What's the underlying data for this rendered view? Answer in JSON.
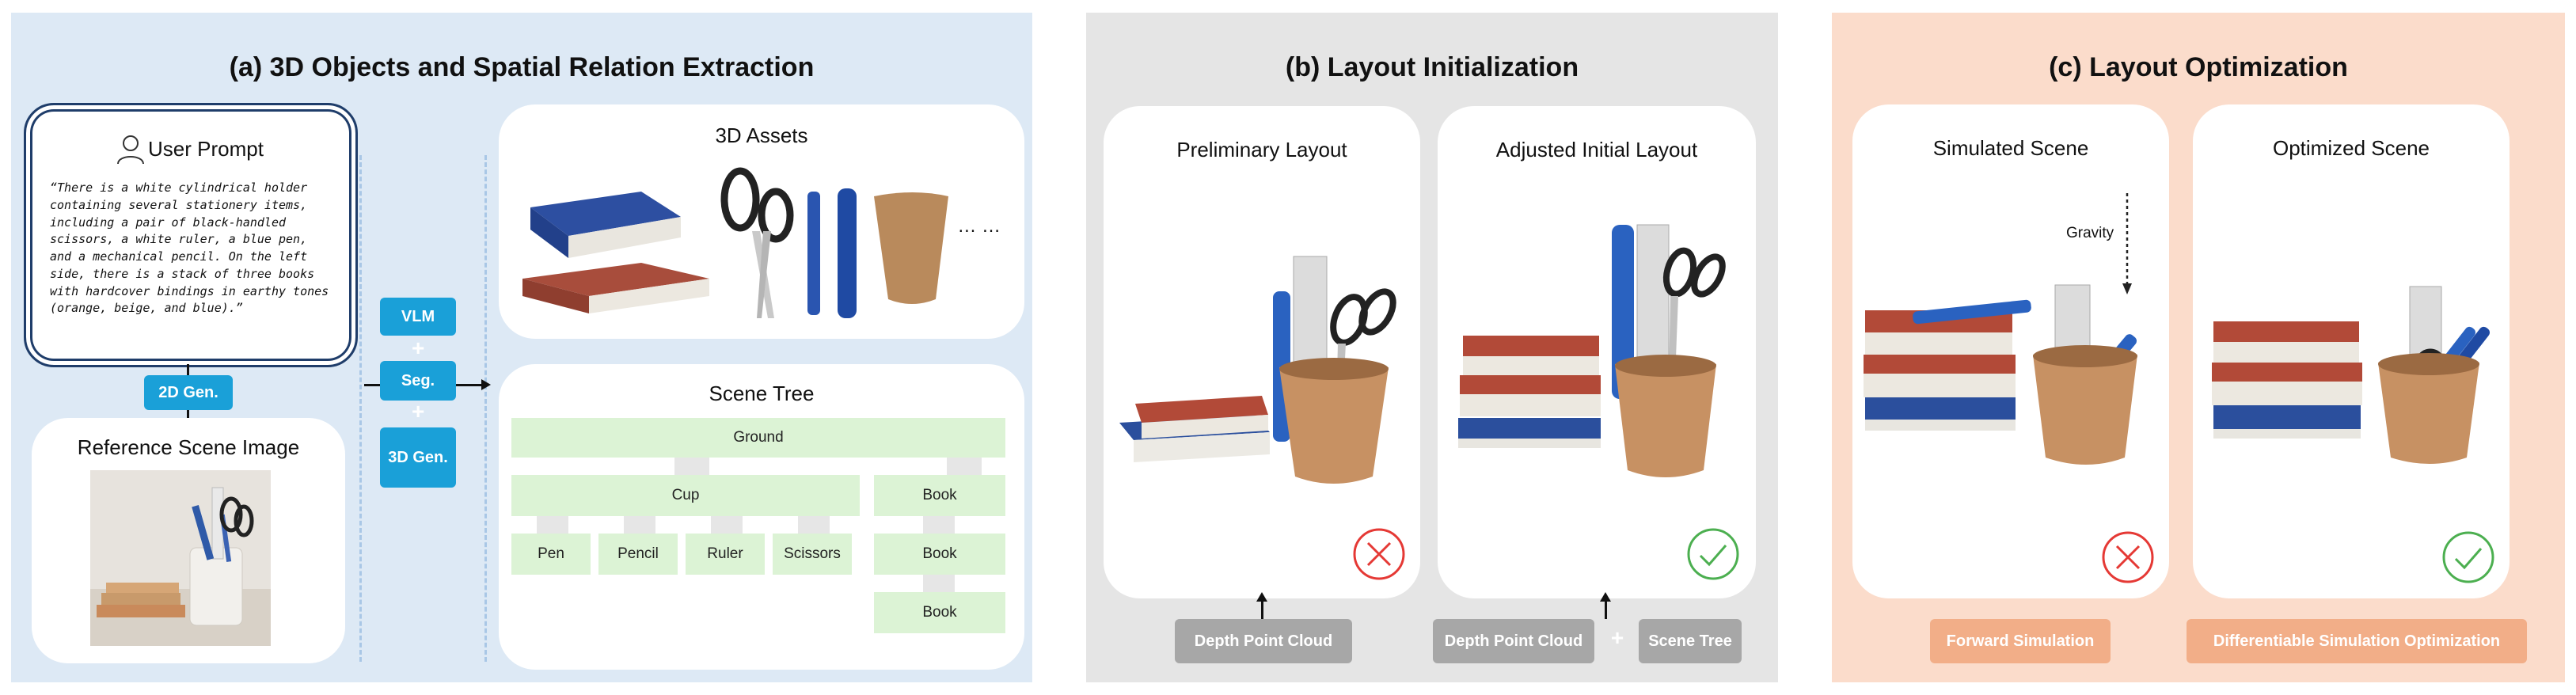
{
  "panel_a": {
    "title": "(a) 3D Objects and Spatial Relation Extraction",
    "user_prompt": {
      "label": "User Prompt",
      "text": "“There is a white cylindrical holder containing several stationery items, including a pair of black-handled scissors, a white ruler, a blue pen, and a mechanical pencil. On the left side, there is a stack of three books with hardcover bindings in earthy tones (orange, beige, and blue).”"
    },
    "gen2d_label": "2D Gen.",
    "reference_image_title": "Reference Scene Image",
    "tools": {
      "vlm": "VLM",
      "seg": "Seg.",
      "gen3d": "3D Gen."
    },
    "assets_title": "3D Assets",
    "assets_ellipsis": "… …",
    "scene_tree": {
      "title": "Scene Tree",
      "ground": "Ground",
      "cup": "Cup",
      "cup_children": [
        "Pen",
        "Pencil",
        "Ruler",
        "Scissors"
      ],
      "books": [
        "Book",
        "Book",
        "Book"
      ]
    }
  },
  "panel_b": {
    "title": "(b) Layout Initialization",
    "card1_title": "Preliminary Layout",
    "card2_title": "Adjusted Initial Layout",
    "depth1": "Depth Point Cloud",
    "depth2": "Depth Point Cloud",
    "plus": "+",
    "scene_tree_tag": "Scene Tree"
  },
  "panel_c": {
    "title": "(c) Layout Optimization",
    "card1_title": "Simulated Scene",
    "card2_title": "Optimized Scene",
    "gravity": "Gravity",
    "forward_sim": "Forward Simulation",
    "diff_sim": "Differentiable Simulation Optimization"
  },
  "colors": {
    "panel_a_bg": "#dde9f5",
    "panel_b_bg": "#e5e5e5",
    "panel_c_bg": "#fbdccb",
    "blue_tag": "#1aa0d8",
    "tree_box": "#dcf3d5",
    "wrong": "#e53935",
    "right": "#4caf50"
  },
  "icons": [
    "user-icon",
    "cross-icon",
    "check-icon"
  ]
}
